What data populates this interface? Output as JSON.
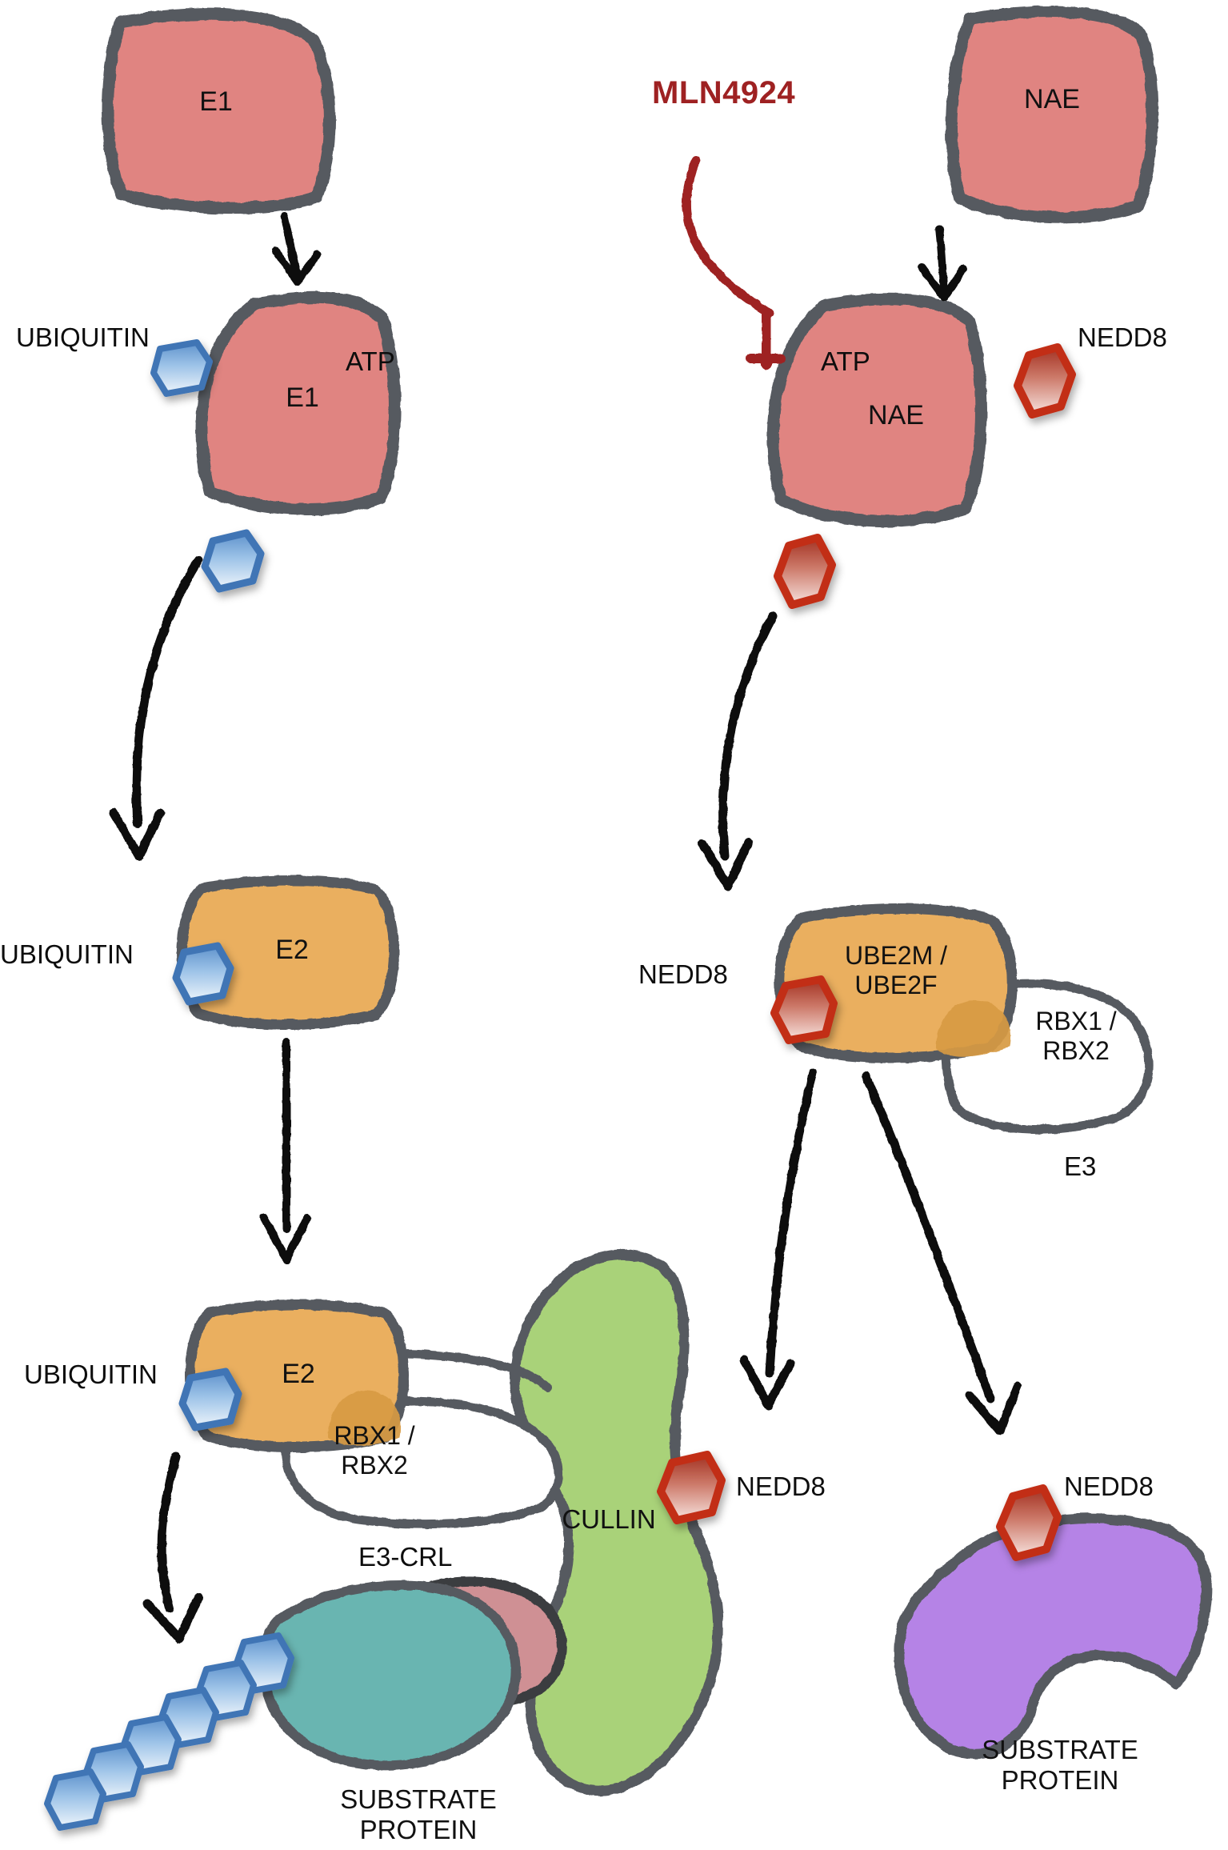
{
  "diagram": {
    "title": "Ubiquitin and NEDD8 conjugation pathways with MLN4924 inhibition",
    "colors": {
      "e1_fill": "#e08481",
      "e2_fill": "#eaaf5f",
      "cullin_fill": "#a9d279",
      "substrate_purple": "#b583e6",
      "substrate_teal": "#69b5b1",
      "substrate_rose": "#cf9094",
      "ubiquitin_blue": "#4a7fbe",
      "nedd8_red": "#c22d15",
      "outline": "#565a61",
      "mln_red": "#9E2122",
      "text": "#0d0d0d"
    }
  },
  "labels": {
    "e1_top": "E1",
    "e1_loaded": "E1",
    "nae_top": "NAE",
    "nae_loaded": "NAE",
    "mln4924": "MLN4924",
    "atp_left": "ATP",
    "atp_right": "ATP",
    "ubiquitin_1": "UBIQUITIN",
    "ubiquitin_2": "UBIQUITIN",
    "ubiquitin_3": "UBIQUITIN",
    "nedd8_1": "NEDD8",
    "nedd8_2": "NEDD8",
    "nedd8_3": "NEDD8",
    "nedd8_4": "NEDD8",
    "e2_mid": "E2",
    "e2_bottom": "E2",
    "ube2": "UBE2M /\nUBE2F",
    "rbx_right": "RBX1 /\nRBX2",
    "rbx_bottom": "RBX1 /\nRBX2",
    "e3": "E3",
    "e3_crl": "E3-CRL",
    "cullin": "CULLIN",
    "substrate_left": "SUBSTRATE\nPROTEIN",
    "substrate_right": "SUBSTRATE\nPROTEIN"
  }
}
